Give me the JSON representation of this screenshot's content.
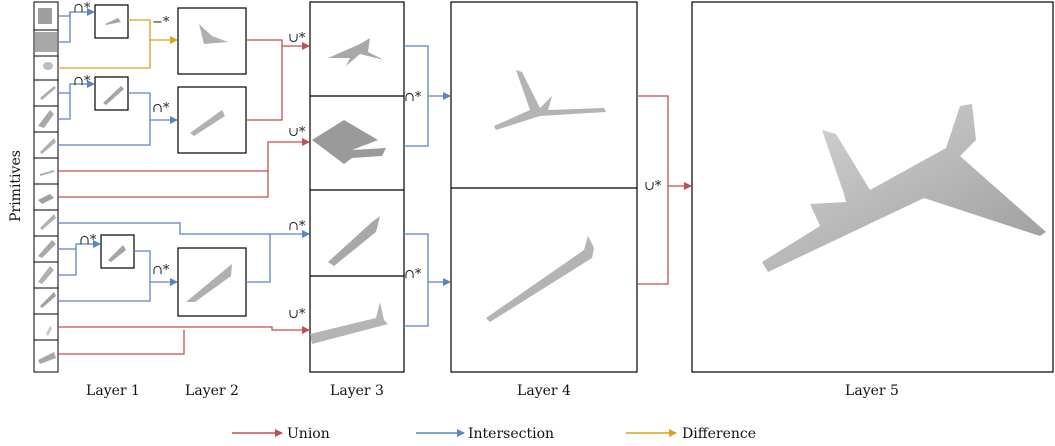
{
  "diagram": {
    "ylabel": "Primitives",
    "layer_labels": [
      "Layer 1",
      "Layer 2",
      "Layer 3",
      "Layer 4",
      "Layer 5"
    ],
    "ops": {
      "union": "∪*",
      "intersection": "∩*",
      "difference": "−*"
    },
    "legend": {
      "union": "Union",
      "intersection": "Intersection",
      "difference": "Difference"
    },
    "colors": {
      "union": "#c0504d",
      "intersection": "#5b84c4",
      "difference": "#d9a21b"
    }
  }
}
